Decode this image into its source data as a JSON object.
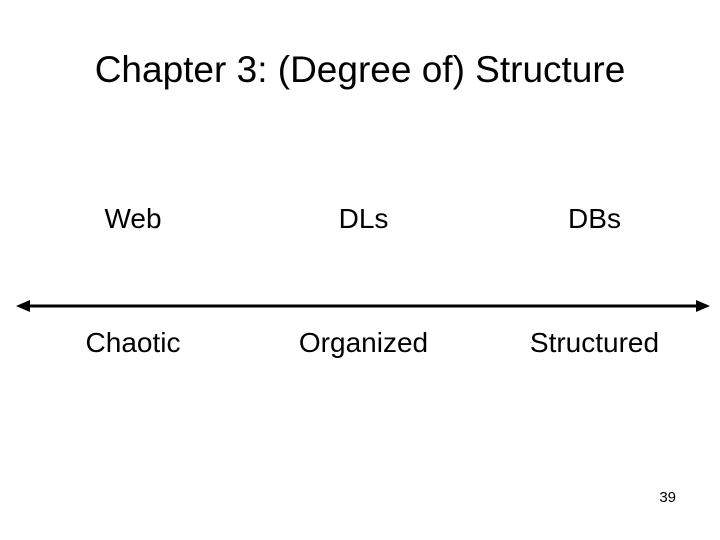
{
  "slide": {
    "title": "Chapter 3: (Degree of) Structure",
    "page_number": "39",
    "background_color": "#ffffff",
    "text_color": "#000000"
  },
  "diagram": {
    "type": "spectrum-axis",
    "axis": {
      "icon": "double-headed-arrow-icon",
      "orientation": "horizontal",
      "left_arrowhead": true,
      "right_arrowhead": true,
      "color": "#000000"
    },
    "systems_row": [
      {
        "label": "Web"
      },
      {
        "label": "DLs"
      },
      {
        "label": "DBs"
      }
    ],
    "structure_row": [
      {
        "label": "Chaotic"
      },
      {
        "label": "Organized"
      },
      {
        "label": "Structured"
      }
    ]
  }
}
